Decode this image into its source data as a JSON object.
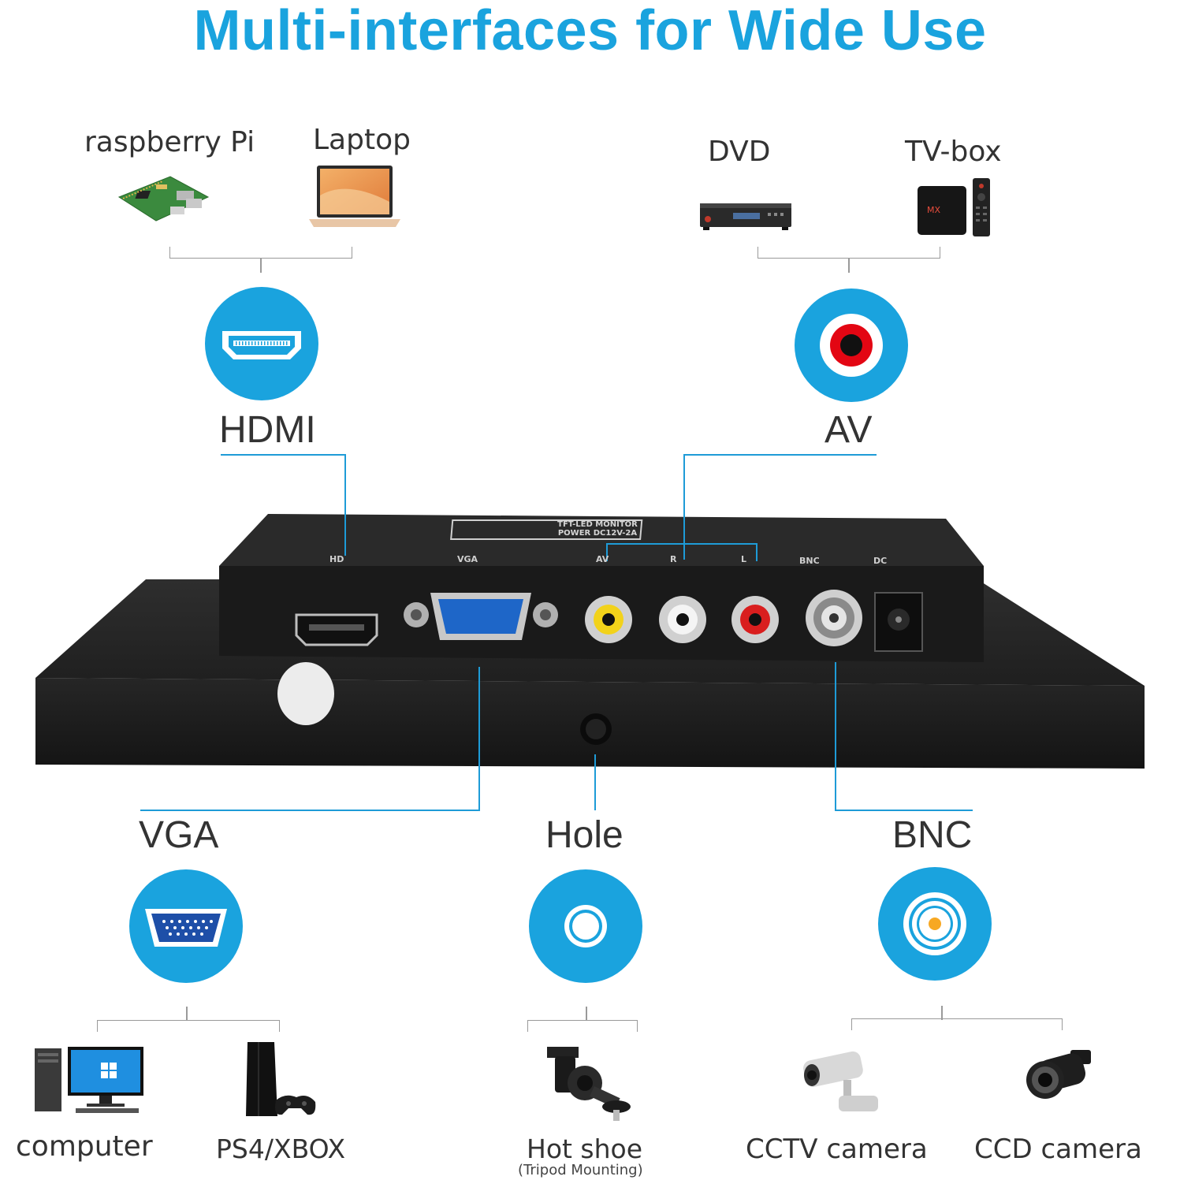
{
  "title": "Multi-interfaces for Wide Use",
  "colors": {
    "accent": "#1aa3de",
    "device": "#1c1c1c",
    "text": "#333333"
  },
  "hdmi_group": {
    "port": "HDMI",
    "icon": "hdmi-port-icon",
    "devices": [
      {
        "label": "raspberry Pi",
        "icon": "raspberry-pi-board-icon"
      },
      {
        "label": "Laptop",
        "icon": "laptop-icon"
      }
    ]
  },
  "av_group": {
    "port": "AV",
    "icon": "rca-jack-icon",
    "devices": [
      {
        "label": "DVD",
        "icon": "dvd-player-icon"
      },
      {
        "label": "TV-box",
        "icon": "tv-box-icon"
      }
    ]
  },
  "vga_group": {
    "port": "VGA",
    "icon": "vga-port-icon",
    "devices": [
      {
        "label": "computer",
        "icon": "desktop-computer-icon"
      },
      {
        "label": "PS4/XBOX",
        "icon": "game-console-icon"
      }
    ]
  },
  "hole_group": {
    "port": "Hole",
    "icon": "mounting-hole-icon",
    "devices": [
      {
        "label": "Hot shoe",
        "sublabel": "(Tripod Mounting)",
        "icon": "hot-shoe-mount-icon"
      }
    ]
  },
  "bnc_group": {
    "port": "BNC",
    "icon": "bnc-connector-icon",
    "devices": [
      {
        "label": "CCTV camera",
        "icon": "cctv-camera-icon"
      },
      {
        "label": "CCD camera",
        "icon": "ccd-camera-icon"
      }
    ]
  },
  "monitor_panel": {
    "plate_lines": [
      "TFT-LED MONITOR",
      "POWER DC12V-2A"
    ],
    "port_labels": [
      "HD",
      "VGA",
      "AV",
      "R",
      "L",
      "BNC",
      "DC"
    ]
  }
}
